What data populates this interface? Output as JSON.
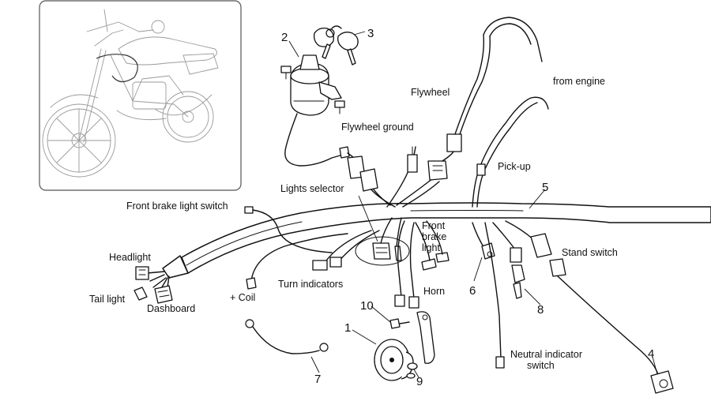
{
  "labels": {
    "front_brake_light_switch": "Front brake light switch",
    "headlight": "Headlight",
    "tail_light": "Tail light",
    "dashboard": "Dashboard",
    "coil": "+ Coil",
    "turn_indicators": "Turn indicators",
    "lights_selector": "Lights selector",
    "flywheel_ground": "Flywheel ground",
    "flywheel": "Flywheel",
    "from_engine": "from engine",
    "pick_up": "Pick-up",
    "front_brake_light_1": "Front",
    "front_brake_light_2": "brake",
    "front_brake_light_3": "light",
    "horn": "Horn",
    "stand_switch": "Stand switch",
    "neutral_indicator_1": "Neutral indicator",
    "neutral_indicator_2": "switch"
  },
  "part_numbers": {
    "p1": "1",
    "p2": "2",
    "p3": "3",
    "p4": "4",
    "p5": "5",
    "p6": "6",
    "p7": "7",
    "p8": "8",
    "p9": "9",
    "p10": "10"
  },
  "colors": {
    "line": "#111111",
    "inset_line": "#9a9a9a",
    "background": "#ffffff"
  }
}
